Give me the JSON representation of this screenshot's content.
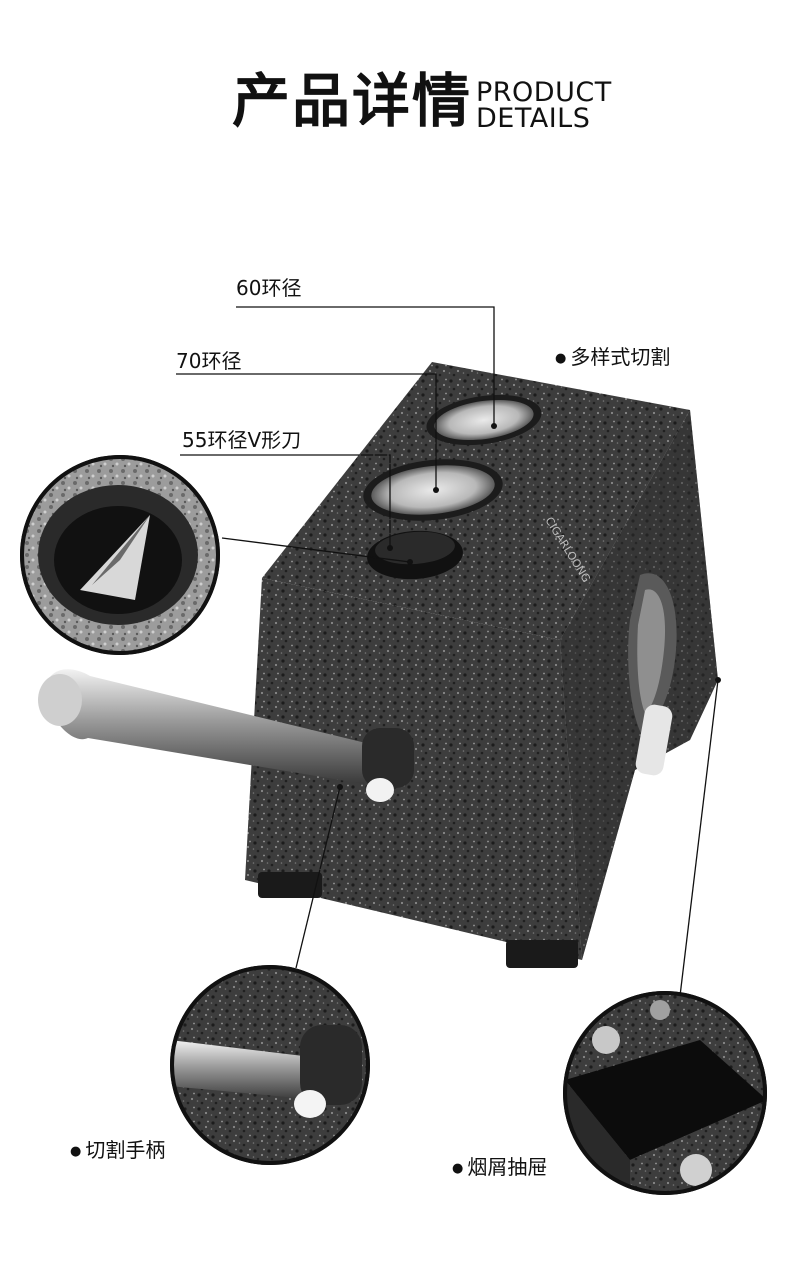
{
  "header": {
    "title_cn": "产品详情",
    "title_en_line1": "PRODUCT",
    "title_en_line2": "DETAILS"
  },
  "callouts": {
    "ring_60": "60环径",
    "ring_70": "70环径",
    "ring_55_v": "55环径V形刀",
    "multi_cut": "多样式切割",
    "cut_handle": "切割手柄",
    "ash_drawer": "烟屑抽屉"
  },
  "product": {
    "brand_text": "CIGARLOONG",
    "body_color": "#3a3a3a",
    "accent_color": "#bfbfbf"
  }
}
